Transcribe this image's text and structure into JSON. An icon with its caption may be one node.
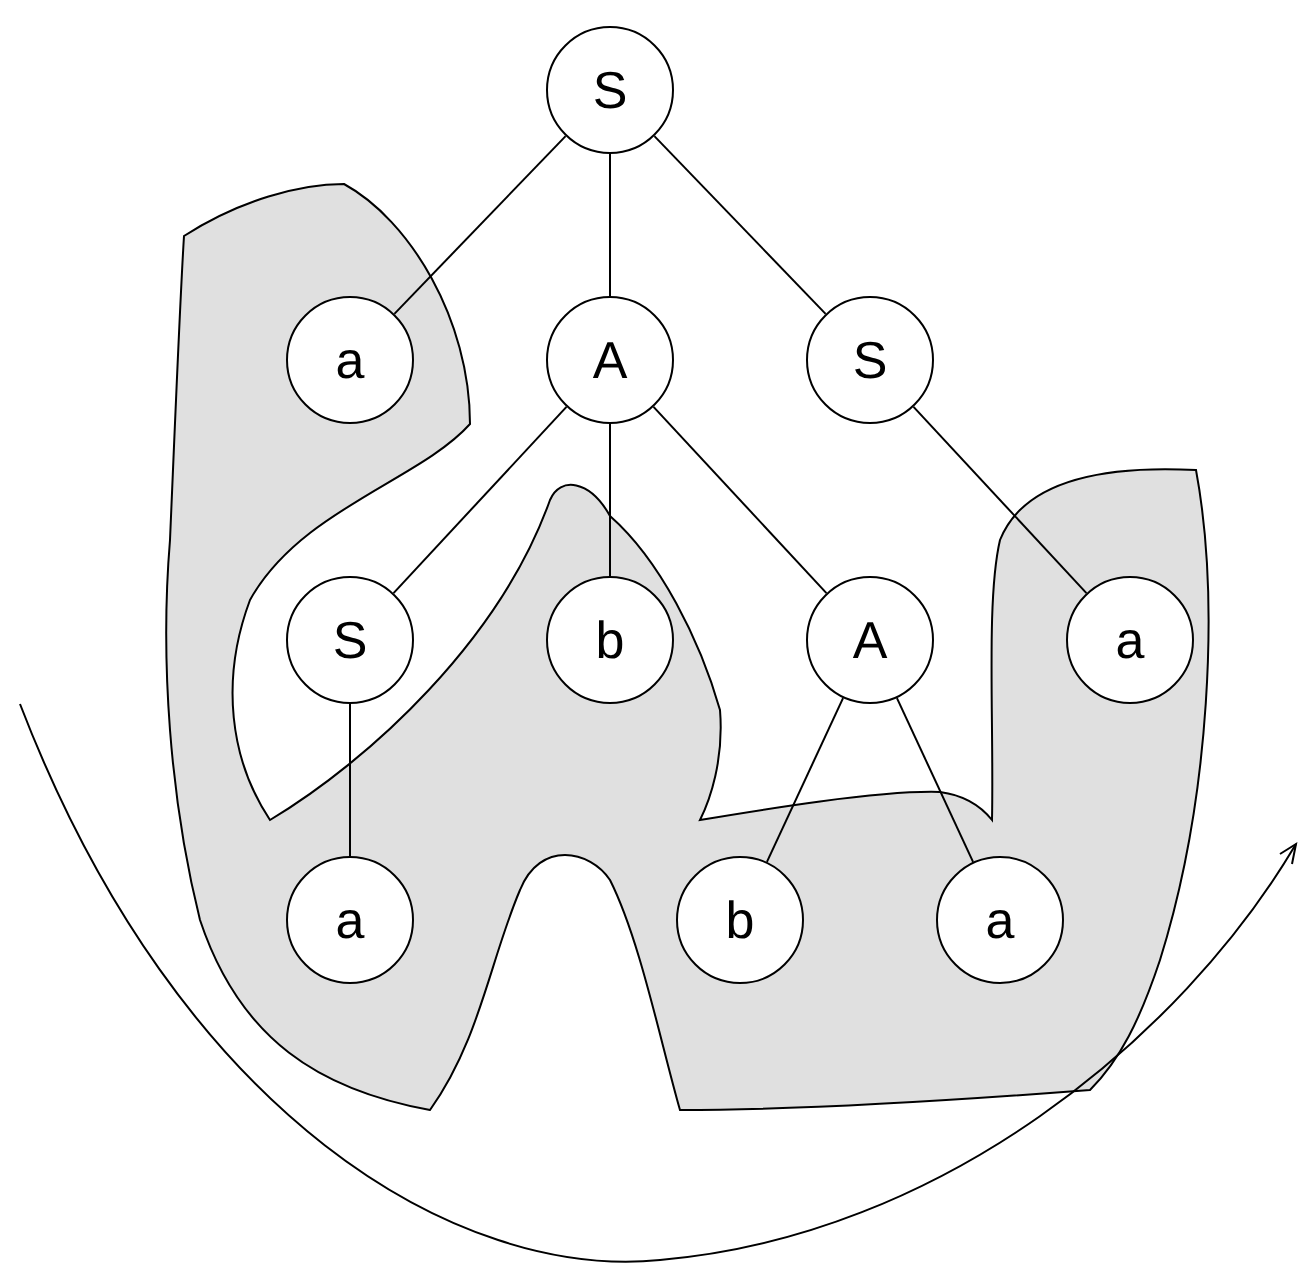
{
  "diagram": {
    "nodes": [
      {
        "text": [
          "S"
        ]
      },
      {
        "text": [
          "a"
        ]
      },
      {
        "text": [
          "A"
        ]
      },
      {
        "text": [
          "S"
        ]
      },
      {
        "text": [
          "S"
        ]
      },
      {
        "text": [
          "b"
        ]
      },
      {
        "text": [
          "A"
        ]
      },
      {
        "text": [
          "a"
        ]
      },
      {
        "text": [
          "a"
        ]
      },
      {
        "text": [
          "b"
        ]
      },
      {
        "text": [
          "a"
        ]
      }
    ],
    "edges": [
      {
        "from": 0,
        "to": 1,
        "arrow": "none"
      },
      {
        "from": 0,
        "to": 2,
        "arrow": "none"
      },
      {
        "from": 0,
        "to": 3,
        "arrow": "none"
      },
      {
        "from": 2,
        "to": 4,
        "arrow": "none"
      },
      {
        "from": 2,
        "to": 5,
        "arrow": "none"
      },
      {
        "from": 2,
        "to": 6,
        "arrow": "none"
      },
      {
        "from": 3,
        "to": 7,
        "arrow": "none"
      },
      {
        "from": 4,
        "to": 8,
        "arrow": "none"
      },
      {
        "from": 6,
        "to": 9,
        "arrow": "none"
      },
      {
        "from": 6,
        "to": 10,
        "arrow": "none"
      }
    ]
  }
}
